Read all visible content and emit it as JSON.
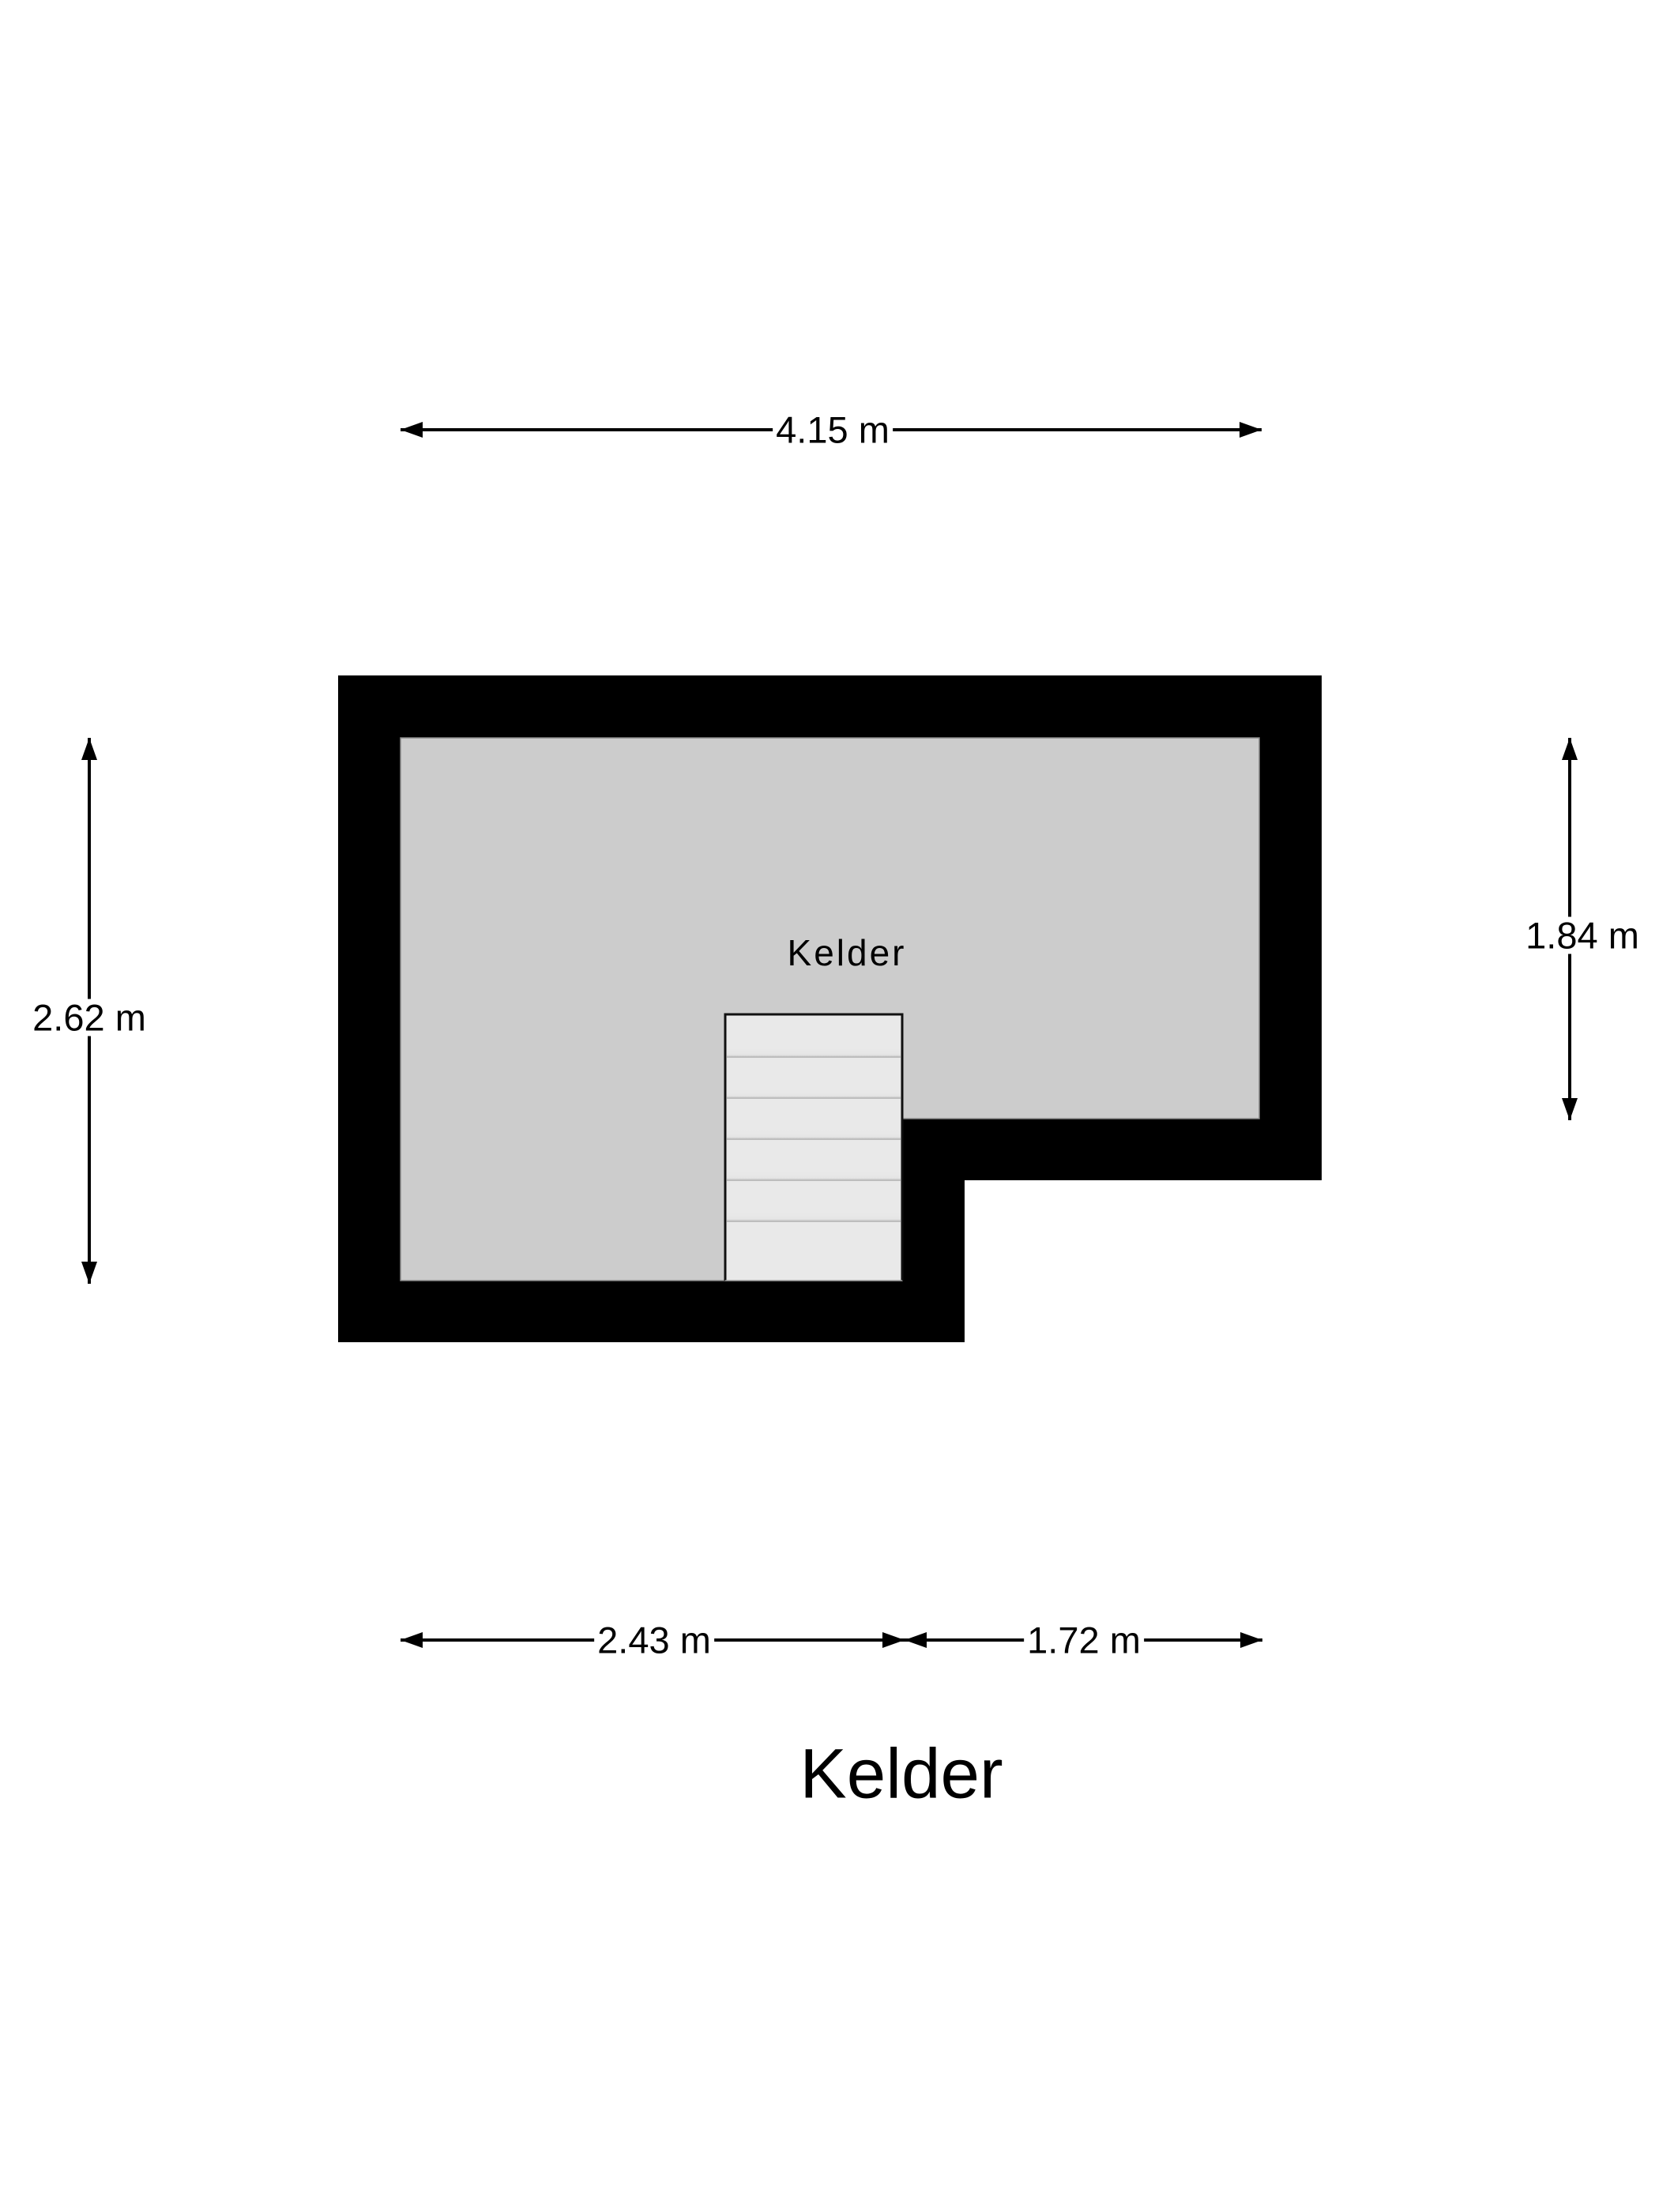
{
  "floor": {
    "title": "Kelder"
  },
  "rooms": [
    {
      "name": "Kelder"
    }
  ],
  "dimensions": {
    "top_total": "4.15 m",
    "left_height": "2.62 m",
    "right_height": "1.84 m",
    "bottom_left": "2.43 m",
    "bottom_right": "1.72 m"
  },
  "stair": {
    "steps": 6
  },
  "colors": {
    "wall": "#000000",
    "room_fill": "#cccccc",
    "stair_fill": "#e9e9e9",
    "background": "#ffffff"
  }
}
